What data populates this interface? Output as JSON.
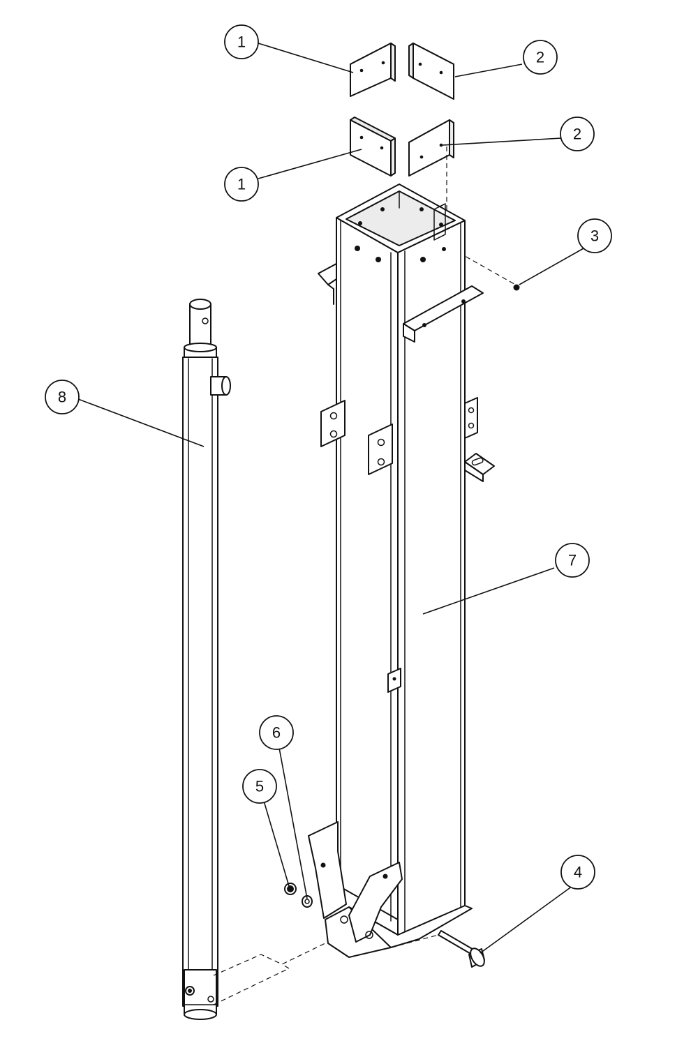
{
  "callouts": {
    "c1a": "1",
    "c1b": "1",
    "c2a": "2",
    "c2b": "2",
    "c3": "3",
    "c4": "4",
    "c5": "5",
    "c6": "6",
    "c7": "7",
    "c8": "8"
  }
}
